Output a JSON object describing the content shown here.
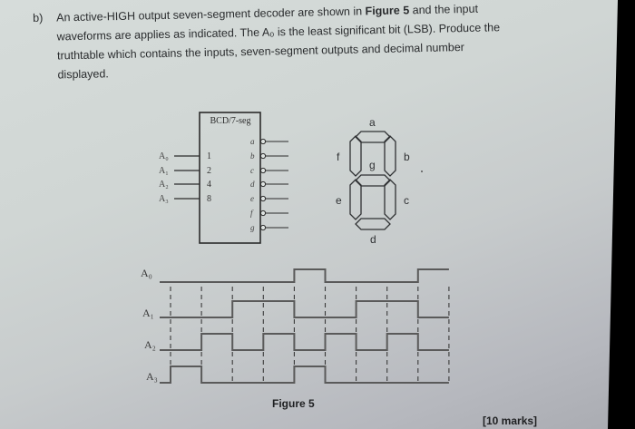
{
  "question": {
    "label": "b)",
    "lines": [
      {
        "pre": "An active-HIGH output seven-segment decoder are shown in ",
        "bold": "Figure 5",
        "post": " and the input"
      },
      {
        "pre": "waveforms are applies as indicated. The A₀ is the least significant bit (LSB). Produce the",
        "bold": "",
        "post": ""
      },
      {
        "pre": "truthtable which contains the inputs, seven-segment outputs and decimal number",
        "bold": "",
        "post": ""
      },
      {
        "pre": "displayed.",
        "bold": "",
        "post": ""
      }
    ]
  },
  "decoder": {
    "title": "BCD/7-seg",
    "inputs": [
      {
        "name": "A0",
        "label": "A₀",
        "weight": "1"
      },
      {
        "name": "A1",
        "label": "A₁",
        "weight": "2"
      },
      {
        "name": "A2",
        "label": "A₂",
        "weight": "4"
      },
      {
        "name": "A3",
        "label": "A₃",
        "weight": "8"
      }
    ],
    "outputs": [
      "a",
      "b",
      "c",
      "d",
      "e",
      "f",
      "g"
    ]
  },
  "seven_segment": {
    "segments": [
      "a",
      "b",
      "c",
      "d",
      "e",
      "f",
      "g"
    ]
  },
  "waveforms": {
    "time_slots": 9,
    "signals": [
      {
        "name": "A0",
        "label": "A₀",
        "levels": [
          0,
          0,
          0,
          0,
          1,
          0,
          0,
          0,
          1
        ]
      },
      {
        "name": "A1",
        "label": "A₁",
        "levels": [
          0,
          0,
          1,
          1,
          0,
          0,
          1,
          1,
          0
        ]
      },
      {
        "name": "A2",
        "label": "A₂",
        "levels": [
          0,
          1,
          0,
          1,
          0,
          1,
          0,
          1,
          0
        ]
      },
      {
        "name": "A3",
        "label": "A₃",
        "levels": [
          1,
          0,
          0,
          0,
          1,
          0,
          0,
          0,
          0
        ]
      }
    ]
  },
  "figure_caption": "Figure 5",
  "marks": "[10 marks]"
}
